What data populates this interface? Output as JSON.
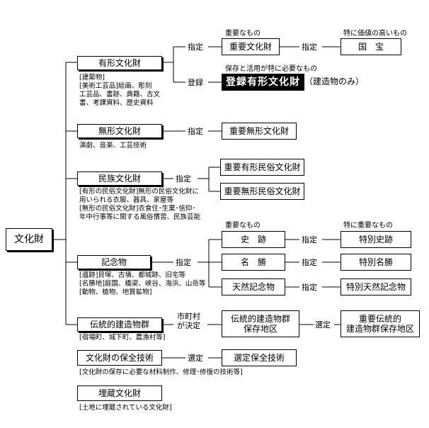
{
  "root": {
    "label": "文化財"
  },
  "categories": {
    "tangible": {
      "label": "有形文化財",
      "note": "[建築物]\n[美術工芸品]絵画、彫刻\n工芸品、書跡、典籍、古文\n書、考課資料、歴史資料"
    },
    "intangible": {
      "label": "無形文化財",
      "note": "演劇、音楽、工芸技術"
    },
    "folk": {
      "label": "民族文化財",
      "note": "[有形の民俗文化財]無形の民俗文化財に\n用いられる衣服、器具、家屋等\n[無形の民俗文化財]衣食住･生業･信仰･\n年中行事等に関する風俗慣習、民族芸能"
    },
    "monument": {
      "label": "記念物",
      "note": "[遺跡]貝塚、古墳、都城跡、旧宅等\n[名勝地]庭園、橋梁、峡谷、海浜、山岳等\n[動物、植物、地質鉱物]"
    },
    "buildings": {
      "label": "伝統的建造物群",
      "note": "[宿場町、城下町、農漁村等]"
    },
    "techniques": {
      "label": "文化財の保全技術",
      "note": "[文化財の保存に必要な材料制作、修理･修復の技術等]"
    },
    "buried": {
      "label": "埋蔵文化財",
      "note": "[土地に埋蔵されている文化財]"
    }
  },
  "actions": {
    "designate": "指定",
    "register": "登録",
    "municipal": "市町村\nが決定",
    "select": "選定"
  },
  "captions": {
    "important1": "重要なもの",
    "high_value": "特に価値の高いもの",
    "need_protect": "保存と活用が特に必要なもの",
    "important2": "重要なもの",
    "especially_important": "特に重要なもの"
  },
  "designations": {
    "important_cultural": "重要文化財",
    "national_treasure": "国　宝",
    "registered": "登録有形文化財",
    "registered_suffix": "（建造物のみ）",
    "important_intangible": "重要無形文化財",
    "important_tangible_folk": "重要有形民俗文化財",
    "important_intangible_folk": "重要無形民俗文化財",
    "historic_site": "史　跡",
    "special_historic_site": "特別史跡",
    "scenic_place": "名　勝",
    "special_scenic_place": "特別名勝",
    "natural_monument": "天然記念物",
    "special_natural_monument": "特別天然記念物",
    "preservation_district": "伝統的建造物群\n保存地区",
    "important_preservation_district": "重要伝統的\n建造物群保存地区",
    "selected_technique": "選定保全技術"
  }
}
